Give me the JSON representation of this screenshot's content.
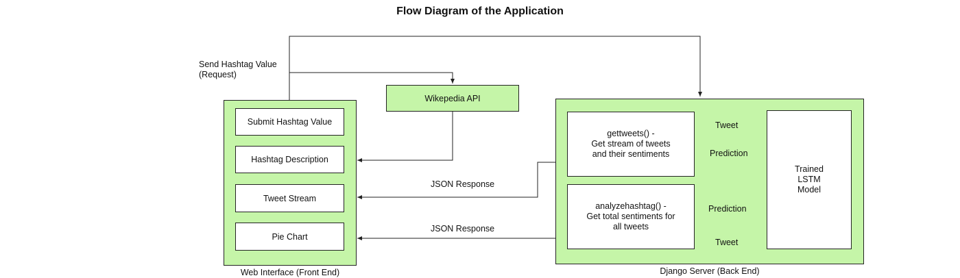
{
  "title": "Flow Diagram of the Application",
  "request_label": "Send Hashtag Value\n(Request)",
  "wikipedia_api": "Wikepedia API",
  "frontend": {
    "caption": "Web Interface (Front End)",
    "items": [
      {
        "label": "Submit Hashtag Value"
      },
      {
        "label": "Hashtag Description"
      },
      {
        "label": "Tweet Stream"
      },
      {
        "label": "Pie Chart"
      }
    ]
  },
  "backend": {
    "caption": "Django Server (Back End)",
    "gettweets": "gettweets() -\nGet stream of tweets\nand their sentiments",
    "analyzehashtag": "analyzehashtag() -\nGet total sentiments for\nall tweets",
    "model": "Trained\nLSTM\nModel"
  },
  "edges": {
    "json_response_1": "JSON Response",
    "json_response_2": "JSON Response",
    "tweet_top": "Tweet",
    "prediction_top": "Prediction",
    "prediction_bottom": "Prediction",
    "tweet_bottom": "Tweet"
  },
  "colors": {
    "box_fill": "#c5f5a8",
    "line": "#222222"
  }
}
